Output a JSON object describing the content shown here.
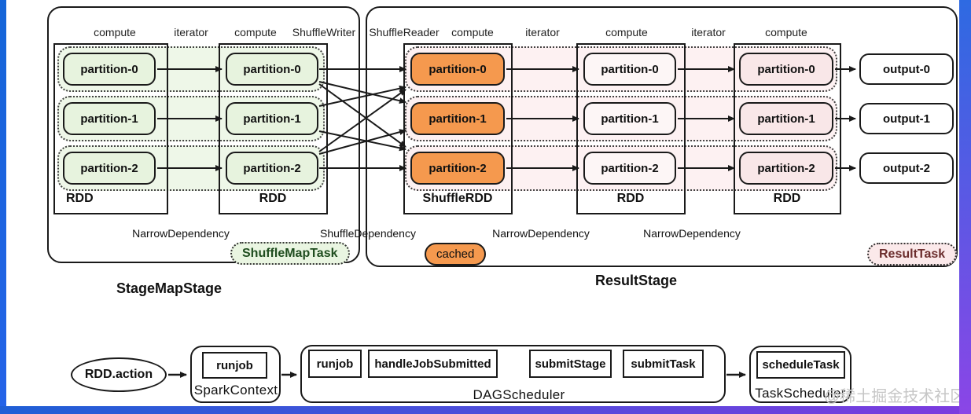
{
  "colors": {
    "accent_blue": "#2563e8",
    "accent_purple": "#8b45e6",
    "partition_green": "#e7f3de",
    "partition_orange": "#f5994e",
    "partition_pink": "#f9e7e8",
    "band_green": "#eef7e8",
    "band_pink": "#fdf1f2"
  },
  "stage1": {
    "title": "StageMapStage",
    "top_labels": [
      "compute",
      "iterator",
      "compute",
      "ShuffleWriter"
    ],
    "rdd1": {
      "name": "RDD",
      "partitions": [
        "partition-0",
        "partition-1",
        "partition-2"
      ]
    },
    "rdd2": {
      "name": "RDD",
      "partitions": [
        "partition-0",
        "partition-1",
        "partition-2"
      ]
    },
    "dependency": "NarrowDependency",
    "task_badge": "ShuffleMapTask"
  },
  "shuffle_dependency": "ShuffleDependency",
  "stage2": {
    "title": "ResultStage",
    "top_labels": [
      "ShuffleReader",
      "compute",
      "iterator",
      "compute",
      "iterator",
      "compute"
    ],
    "shuffle_rdd": {
      "name": "ShuffleRDD",
      "partitions": [
        "partition-0",
        "partition-1",
        "partition-2"
      ]
    },
    "rdd3": {
      "name": "RDD",
      "partitions": [
        "partition-0",
        "partition-1",
        "partition-2"
      ]
    },
    "rdd4": {
      "name": "RDD",
      "partitions": [
        "partition-0",
        "partition-1",
        "partition-2"
      ]
    },
    "dependencies": [
      "NarrowDependency",
      "NarrowDependency"
    ],
    "cached_badge": "cached",
    "task_badge": "ResultTask"
  },
  "outputs": [
    "output-0",
    "output-1",
    "output-2"
  ],
  "flow": {
    "action": "RDD.action",
    "spark_context": {
      "label": "SparkContext",
      "steps": [
        "runjob"
      ]
    },
    "dag_scheduler": {
      "label": "DAGScheduler",
      "steps": [
        "runjob",
        "handleJobSubmitted",
        "submitStage",
        "submitTask"
      ]
    },
    "task_scheduler": {
      "label": "TaskScheduler",
      "steps": [
        "scheduleTask"
      ]
    }
  },
  "watermark": "@稀土掘金技术社区"
}
